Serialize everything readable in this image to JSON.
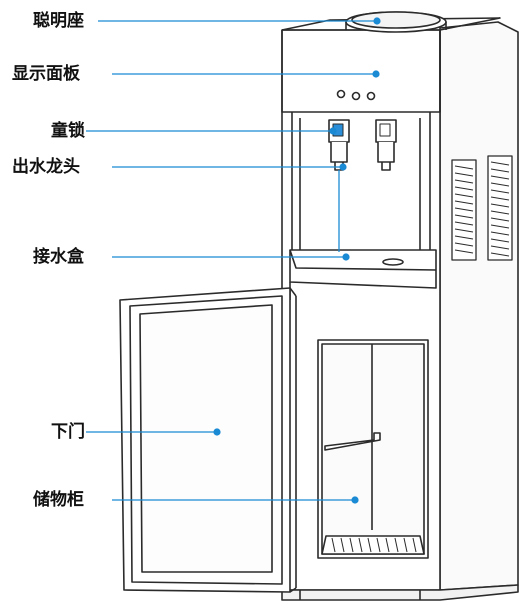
{
  "labels": {
    "smart_seat": "聪明座",
    "display_panel": "显示面板",
    "child_lock": "童锁",
    "water_outlet": "出水龙头",
    "drip_tray": "接水盒",
    "lower_door": "下门",
    "storage_cabinet": "储物柜"
  },
  "colors": {
    "leader_line": "#1a8ad4",
    "outline": "#2b2b2b",
    "lock_accent": "#2a8fd8"
  }
}
